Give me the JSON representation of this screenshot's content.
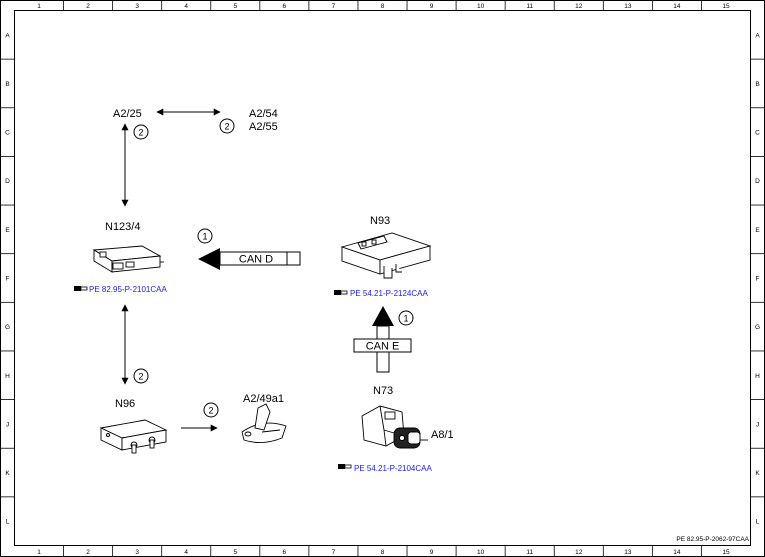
{
  "grid": {
    "columns": [
      "1",
      "2",
      "3",
      "4",
      "5",
      "6",
      "7",
      "8",
      "9",
      "10",
      "11",
      "12",
      "13",
      "14",
      "15"
    ],
    "rows": [
      "A",
      "B",
      "C",
      "D",
      "E",
      "F",
      "G",
      "H",
      "J",
      "K",
      "L"
    ]
  },
  "components": {
    "a2_25": "A2/25",
    "a2_54": "A2/54",
    "a2_55": "A2/55",
    "n123_4": "N123/4",
    "n93": "N93",
    "n96": "N96",
    "a2_49a1": "A2/49a1",
    "n73": "N73",
    "a8_1": "A8/1"
  },
  "buses": {
    "can_d": "CAN D",
    "can_e": "CAN E"
  },
  "markers": {
    "m1": "1",
    "m2": "2"
  },
  "references": {
    "n123_4": "PE 82.95-P-2101CAA",
    "n93": "PE 54.21-P-2124CAA",
    "n73": "PE 54.21-P-2104CAA"
  },
  "document_id": "PE 82.95-P-2062-97CAA",
  "colors": {
    "line": "#000000",
    "reference_link": "#1a1aff",
    "background": "#ffffff"
  }
}
